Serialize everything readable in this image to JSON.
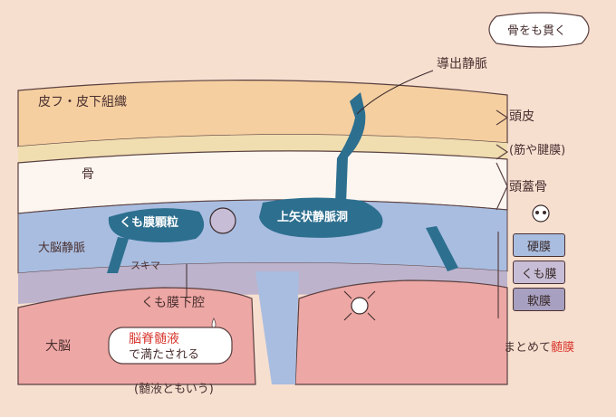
{
  "labels": {
    "skin_subcutaneous": "皮フ・皮下組織",
    "scalp": "頭皮",
    "bone": "骨",
    "galea": "(筋や腱膜)",
    "skull": "頭蓋骨",
    "emissary_vein": "導出静脈",
    "penetrates_bone": "骨をも貫く",
    "arachnoid_granulation": "くも膜顆粒",
    "superior_sagittal_sinus": "上矢状静脈洞",
    "cerebral_vein": "大脳静脈",
    "gap": "スキマ",
    "subarachnoid_space": "くも膜下腔",
    "cerebrum": "大脳",
    "csf_line1": "脳脊髄液",
    "csf_line2": "で満たされる",
    "csf_note": "(髄液ともいう)",
    "dura": "硬膜",
    "arachnoid": "くも膜",
    "pia": "軟膜",
    "meninges_prefix": "まとめて",
    "meninges": "髄膜"
  },
  "colors": {
    "background": "#f7dfd0",
    "skin": "#f5cfa0",
    "galea": "#f0ddb0",
    "bone": "#fdf6f0",
    "dura": "#a9bde0",
    "subarachnoid": "#bdb3cc",
    "brain": "#eda7a4",
    "vein": "#2d6f8f",
    "accent": "#d8382e",
    "dura_box": "#a9bde0",
    "arachnoid_box": "#c7bdd6",
    "pia_box": "#a7a0c0"
  }
}
